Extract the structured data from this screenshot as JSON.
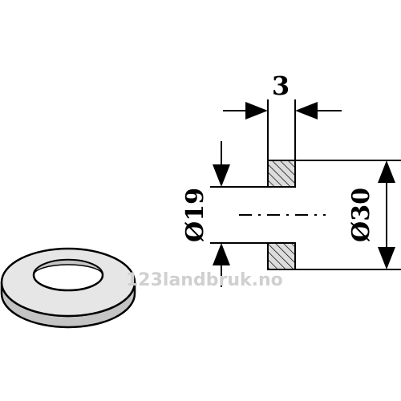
{
  "dimensions": {
    "thickness": "3",
    "inner_diameter": "Ø19",
    "outer_diameter": "Ø30"
  },
  "watermark": "123landbruk.no",
  "colors": {
    "line": "#000000",
    "hatch_fill": "#dcdcdc",
    "washer_top": "#e6e6e6",
    "washer_side": "#c4c4c4",
    "watermark": "#d0d0d0"
  }
}
